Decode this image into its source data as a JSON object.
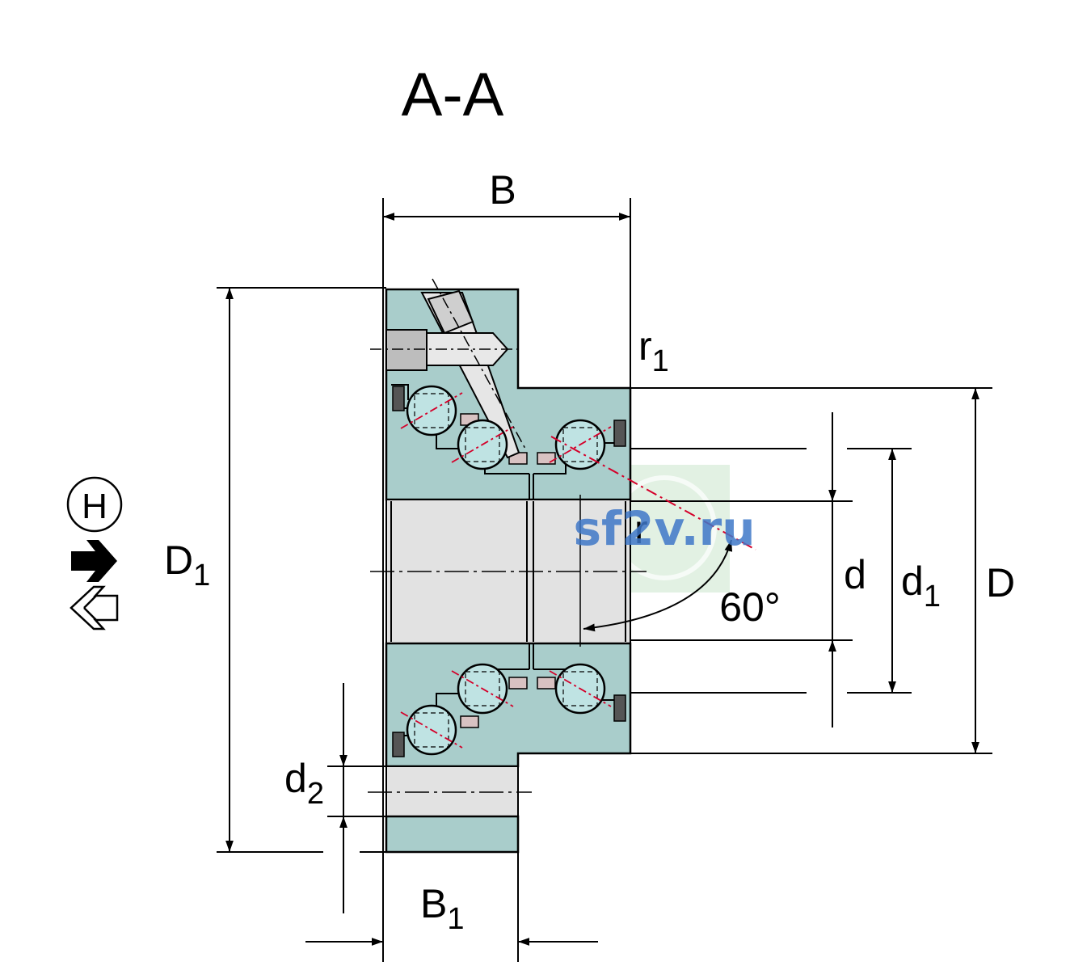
{
  "title": "A-A",
  "labels": {
    "B": "B",
    "B1": "B",
    "B1_sub": "1",
    "r1": "r",
    "r1_sub": "1",
    "r": "r",
    "D1": "D",
    "D1_sub": "1",
    "D": "D",
    "d": "d",
    "d1": "d",
    "d1_sub": "1",
    "d2": "d",
    "d2_sub": "2",
    "angle": "60°",
    "H": "H"
  },
  "watermark": "sf2v.ru",
  "colors": {
    "housing": "#a9cdcb",
    "bore": "#e2e2e2",
    "ball": "#bfe3e3",
    "cage": "#d8c2c2",
    "outline": "#000000",
    "red": "#d4002a",
    "watermark": "#3f78c8",
    "watermark_bg": "#bfe0c0"
  },
  "legend_icons": [
    "circle-h-icon",
    "arrow-right-solid-icon",
    "arrow-left-outline-icon"
  ]
}
